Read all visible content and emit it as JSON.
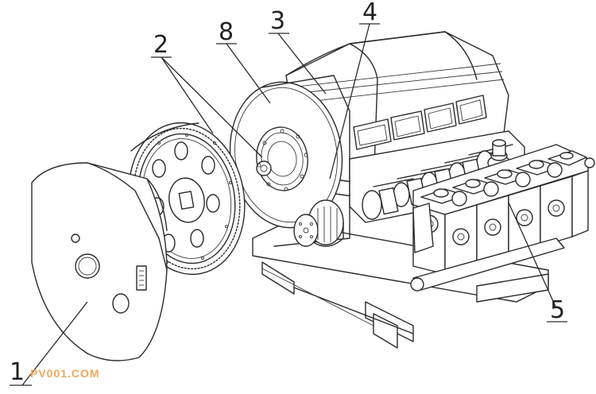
{
  "callouts": {
    "c1": "1",
    "c2": "2",
    "c3": "3",
    "c4": "4",
    "c5": "5",
    "c8": "8"
  },
  "watermark": "PV001.COM",
  "colors": {
    "line": "#2a2a2a",
    "watermark": "#f0a65c",
    "background": "#ffffff"
  }
}
